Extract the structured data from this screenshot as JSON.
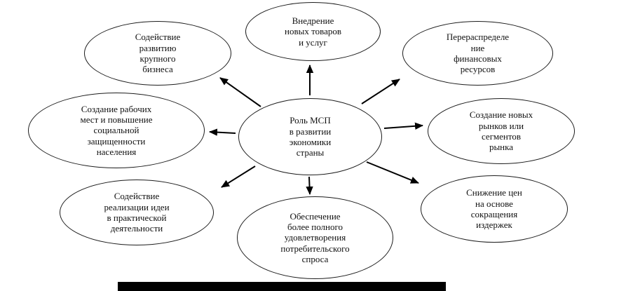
{
  "colors": {
    "background": "#ffffff",
    "node_border": "#1c1c1c",
    "arrow": "#000000",
    "text": "#111111",
    "bottom_bar": "#000000"
  },
  "diagram": {
    "center": {
      "id": "smb-role-center",
      "label": "Роль МСП\nв развитии\nэкономики\nстраны"
    },
    "nodes": [
      {
        "id": "big-business-support",
        "label": "Содействие\nразвитию\nкрупного\nбизнеса"
      },
      {
        "id": "new-goods-services",
        "label": "Внедрение\nновых товаров\nи услуг"
      },
      {
        "id": "financial-redistribution",
        "label": "Перераспределе\nние\nфинансовых\nресурсов"
      },
      {
        "id": "jobs-social-security",
        "label": "Создание рабочих\nмест и повышение\nсоциальной\nзащищенности\nнаселения"
      },
      {
        "id": "new-markets-segments",
        "label": "Создание новых\nрынков или\nсегментов\nрынка"
      },
      {
        "id": "idea-implementation",
        "label": "Содействие\nреализации идеи\nв практической\nдеятельности"
      },
      {
        "id": "consumer-demand",
        "label": "Обеспечение\nболее полного\nудовлетворения\nпотребительского\nспроса"
      },
      {
        "id": "price-reduction",
        "label": "Снижение цен\nна основе\nсокращения\nиздержек"
      }
    ]
  }
}
